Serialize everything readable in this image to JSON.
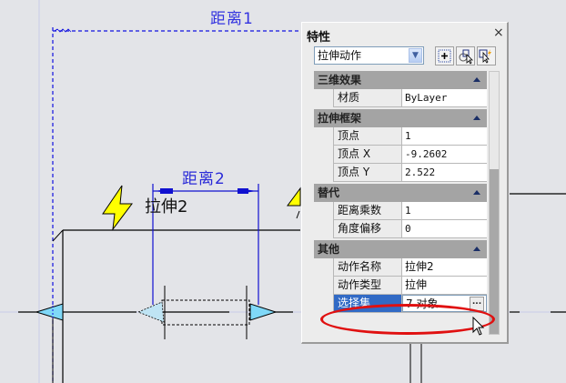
{
  "drawing": {
    "dimension_1_label": "距离1",
    "dimension_2_label": "距离2",
    "action_label": "拉伸2",
    "icons": [
      "lightning-bolt-icon",
      "stretch-grip-arrow-icon"
    ]
  },
  "properties_panel": {
    "title": "特性",
    "close_icon": "×",
    "object_type": "拉伸动作",
    "toolbar": [
      {
        "name": "quick-select-icon",
        "tooltip": ""
      },
      {
        "name": "select-objects-icon",
        "tooltip": ""
      },
      {
        "name": "toggle-pickadd-icon",
        "tooltip": ""
      }
    ],
    "categories": [
      {
        "label": "三维效果",
        "rows": [
          {
            "key": "材质",
            "value": "ByLayer"
          }
        ]
      },
      {
        "label": "拉伸框架",
        "rows": [
          {
            "key": "顶点",
            "value": "1"
          },
          {
            "key": "顶点 X",
            "value": "-9.2602"
          },
          {
            "key": "顶点 Y",
            "value": "2.522"
          }
        ]
      },
      {
        "label": "替代",
        "rows": [
          {
            "key": "距离乘数",
            "value": "1"
          },
          {
            "key": "角度偏移",
            "value": "0"
          }
        ]
      },
      {
        "label": "其他",
        "rows": [
          {
            "key": "动作名称",
            "value": "拉伸2"
          },
          {
            "key": "动作类型",
            "value": "拉伸"
          },
          {
            "key": "选择集",
            "value": "7 对象",
            "selected": true,
            "button": "..."
          }
        ]
      }
    ]
  },
  "colors": {
    "canvas_bg": "#e3e4e8",
    "dimension_blue": "#2020e0",
    "selection_blue": "#316ac5",
    "highlight_red": "#e01010",
    "grip_cyan": "#7fd8f8",
    "bolt_yellow": "#ffff00"
  }
}
